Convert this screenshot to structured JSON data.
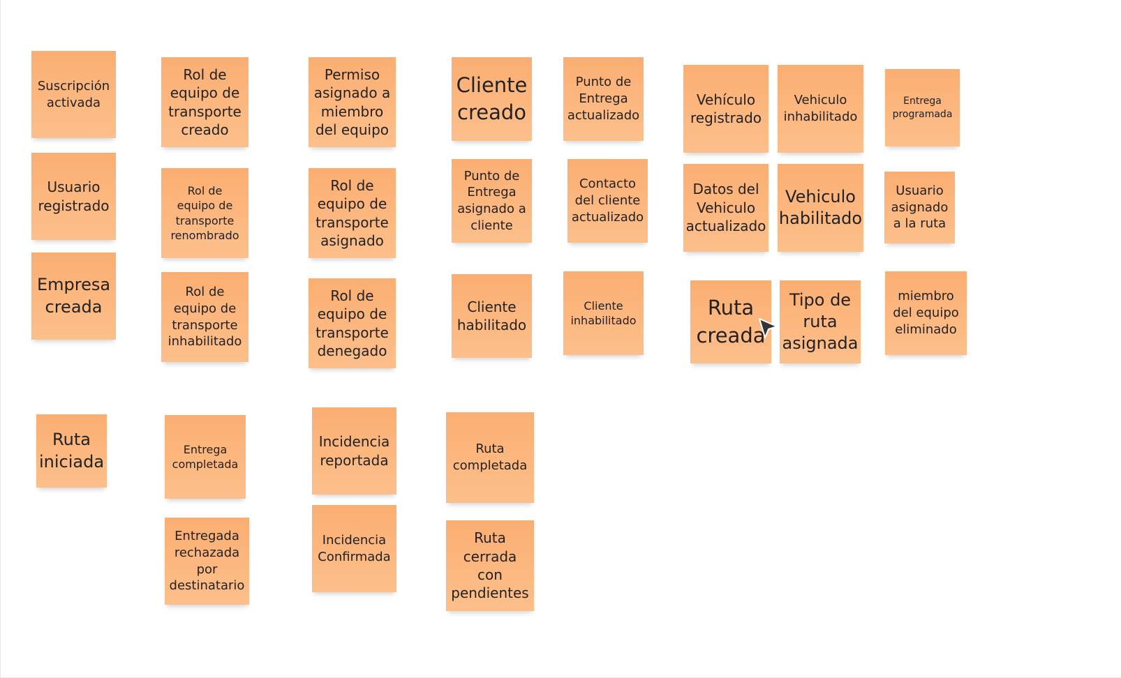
{
  "notes": {
    "n1": "Suscripción\nactivada",
    "n2": "Usuario\nregistrado",
    "n3": "Empresa\ncreada",
    "n4": "Rol de\nequipo de\ntransporte\ncreado",
    "n5": "Rol de\nequipo de\ntransporte\nrenombrado",
    "n6": "Rol de\nequipo de\ntransporte\ninhabilitado",
    "n7": "Permiso\nasignado a\nmiembro\ndel equipo",
    "n8": "Rol de\nequipo de\ntransporte\nasignado",
    "n9": "Rol de\nequipo de\ntransporte\ndenegado",
    "n10": "Cliente\ncreado",
    "n11": "Punto de\nEntrega\nasignado a\ncliente",
    "n12": "Cliente\nhabilitado",
    "n13": "Punto de\nEntrega\nactualizado",
    "n14": "Contacto\ndel cliente\nactualizado",
    "n15": "Cliente\ninhabilitado",
    "n16": "Vehículo\nregistrado",
    "n17": "Datos del\nVehiculo\nactualizado",
    "n18": "Ruta\ncreada",
    "n19": "Vehiculo\ninhabilitado",
    "n20": "Vehiculo\nhabilitado",
    "n21": "Tipo de\nruta\nasignada",
    "n22": "Entrega\nprogramada",
    "n23": "Usuario\nasignado\na la ruta",
    "n24": "miembro\ndel equipo\neliminado",
    "n25": "Ruta\niniciada",
    "n26": "Entrega\ncompletada",
    "n27": "Entregada\nrechazada\npor\ndestinatario",
    "n28": "Incidencia\nreportada",
    "n29": "Incidencia\nConfirmada",
    "n30": "Ruta\ncompletada",
    "n31": "Ruta\ncerrada\ncon\npendientes"
  },
  "colors": {
    "note_top": "#fbae72",
    "note_bottom": "#fcbf8b",
    "cursor": "#333333"
  },
  "icons": {
    "cursor": "pointer-arrow-icon"
  }
}
